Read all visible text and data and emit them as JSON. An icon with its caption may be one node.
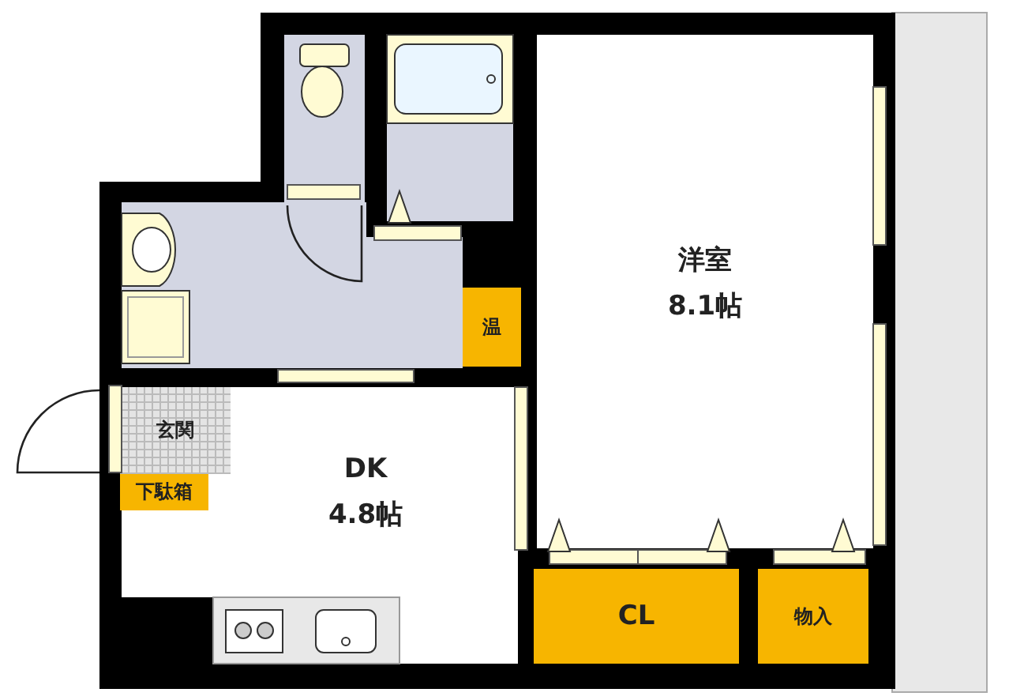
{
  "diagram": {
    "nodes": [
      {
        "text": [
          "洋室",
          "8.1帖"
        ]
      },
      {
        "text": [
          "DK",
          "4.8帖"
        ]
      },
      {
        "text": [
          "温"
        ]
      },
      {
        "text": [
          "玄関"
        ]
      },
      {
        "text": [
          "下駄箱"
        ]
      },
      {
        "text": [
          "CL"
        ]
      },
      {
        "text": [
          "物入"
        ]
      }
    ]
  }
}
